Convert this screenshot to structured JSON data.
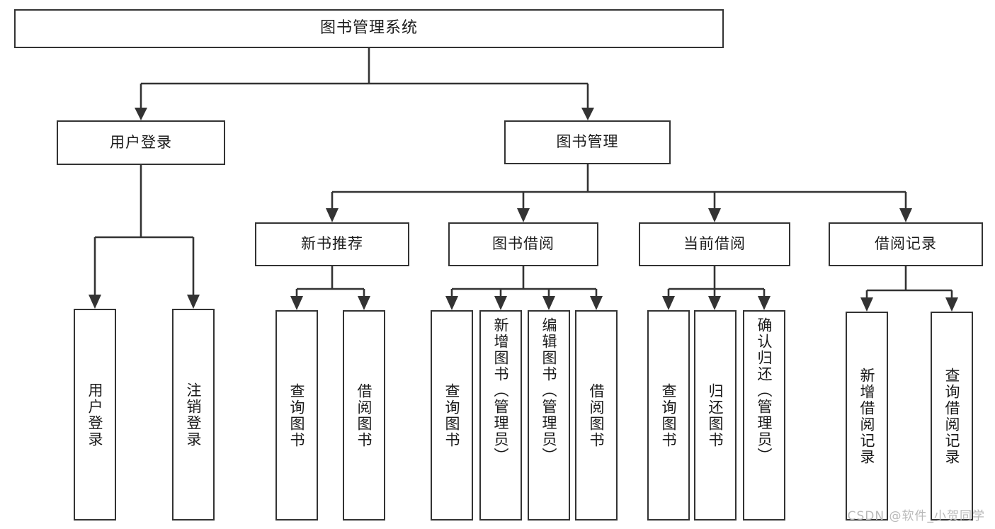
{
  "diagram": {
    "title": "图书管理系统",
    "watermark": "CSDN @软件_小贺同学",
    "accent_color": "#333333",
    "background_color": "#ffffff",
    "root": {
      "label": "图书管理系统",
      "children": [
        {
          "label": "用户登录",
          "children": [
            {
              "label": "用户登录"
            },
            {
              "label": "注销登录"
            }
          ]
        },
        {
          "label": "图书管理",
          "children": [
            {
              "label": "新书推荐",
              "children": [
                {
                  "label": "查询图书"
                },
                {
                  "label": "借阅图书"
                }
              ]
            },
            {
              "label": "图书借阅",
              "children": [
                {
                  "label": "查询图书"
                },
                {
                  "label": "新增图书（管理员）"
                },
                {
                  "label": "编辑图书（管理员）"
                },
                {
                  "label": "借阅图书"
                }
              ]
            },
            {
              "label": "当前借阅",
              "children": [
                {
                  "label": "查询图书"
                },
                {
                  "label": "归还图书"
                },
                {
                  "label": "确认归还（管理员）"
                }
              ]
            },
            {
              "label": "借阅记录",
              "children": [
                {
                  "label": "新增借阅记录"
                },
                {
                  "label": "查询借阅记录"
                }
              ]
            }
          ]
        }
      ]
    },
    "nodes": {
      "root": "图书管理系统",
      "user_login": "用户登录",
      "book_manage": "图书管理",
      "new_book_rec": "新书推荐",
      "book_borrow": "图书借阅",
      "current_borrow": "当前借阅",
      "borrow_record": "借阅记录",
      "leaf_user_login": "用户登录",
      "leaf_logout": "注销登录",
      "leaf_query_book_1": "查询图书",
      "leaf_borrow_book_1": "借阅图书",
      "leaf_query_book_2": "查询图书",
      "leaf_add_book": "新增图书（管理员）",
      "leaf_edit_book": "编辑图书（管理员）",
      "leaf_borrow_book_2": "借阅图书",
      "leaf_query_book_3": "查询图书",
      "leaf_return_book": "归还图书",
      "leaf_confirm_return": "确认归还（管理员）",
      "leaf_add_record": "新增借阅记录",
      "leaf_query_record": "查询借阅记录"
    }
  }
}
